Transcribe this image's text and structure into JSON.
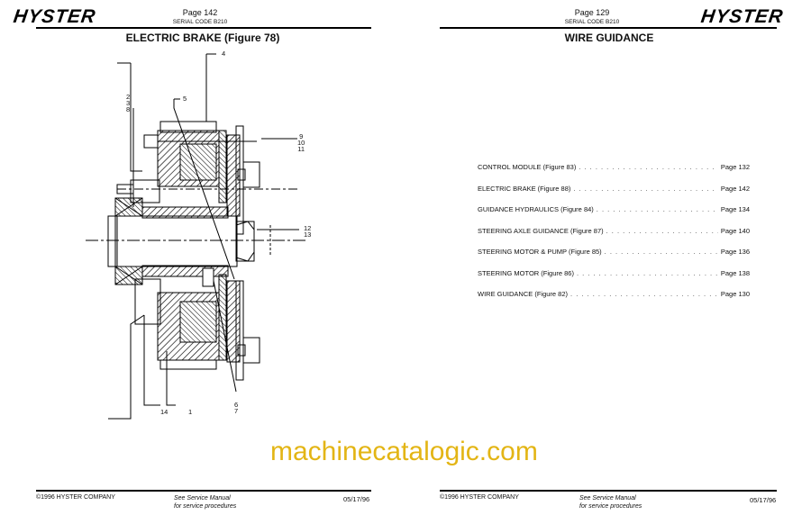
{
  "left_page": {
    "logo": "HYSTER",
    "page_number": "Page 142",
    "serial_code": "SERIAL CODE B210",
    "title": "ELECTRIC BRAKE (Figure 78)",
    "callouts": {
      "c4": "4",
      "c5": "5",
      "c238": [
        "2",
        "3",
        "8"
      ],
      "c91011": [
        "9",
        "10",
        "11"
      ],
      "c1213": [
        "12",
        "13"
      ],
      "c14": "14",
      "c1": "1",
      "c67": [
        "6",
        "7"
      ]
    },
    "footer": {
      "copyright": "©1996 HYSTER COMPANY",
      "note_line1": "See Service Manual",
      "note_line2": "for service procedures",
      "date": "05/17/96"
    }
  },
  "right_page": {
    "logo": "HYSTER",
    "page_number": "Page 129",
    "serial_code": "SERIAL CODE B210",
    "title": "WIRE GUIDANCE",
    "toc": [
      {
        "label": "CONTROL MODULE (Figure 83)",
        "page": "Page 132"
      },
      {
        "label": "ELECTRIC BRAKE (Figure 88)",
        "page": "Page 142"
      },
      {
        "label": "GUIDANCE HYDRAULICS (Figure 84)",
        "page": "Page 134"
      },
      {
        "label": "STEERING AXLE GUIDANCE (Figure 87)",
        "page": "Page 140"
      },
      {
        "label": "STEERING MOTOR & PUMP (Figure 85)",
        "page": "Page 136"
      },
      {
        "label": "STEERING MOTOR (Figure 86)",
        "page": "Page 138"
      },
      {
        "label": "WIRE GUIDANCE (Figure 82)",
        "page": "Page 130"
      }
    ],
    "footer": {
      "copyright": "©1996 HYSTER COMPANY",
      "note_line1": "See Service Manual",
      "note_line2": "for service procedures",
      "date": "05/17/96"
    }
  },
  "watermark": "machinecatalogic.com",
  "colors": {
    "watermark": "#e3b515",
    "ink": "#111111"
  }
}
